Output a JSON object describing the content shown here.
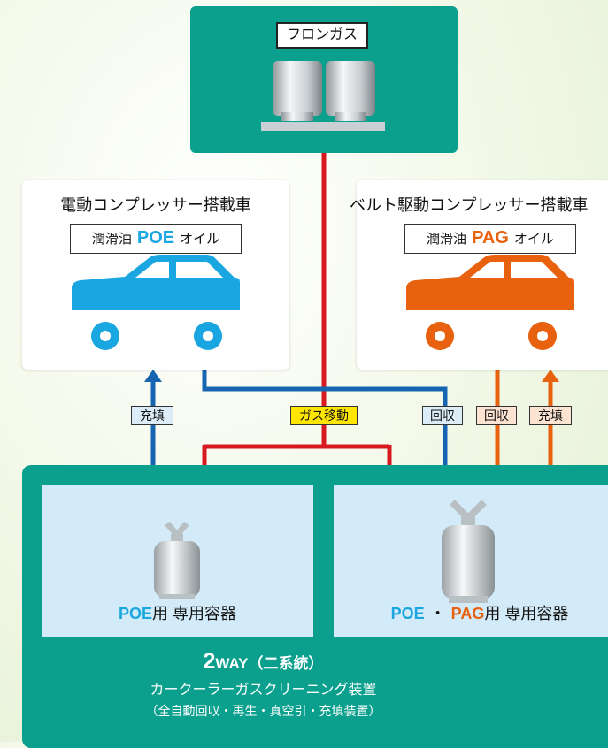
{
  "gas_unit": {
    "label": "フロンガス"
  },
  "car_left": {
    "title": "電動コンプレッサー搭載車",
    "oil_prefix": "潤滑油",
    "oil_name": "POE",
    "oil_suffix": "オイル",
    "color": "#1aa6e0"
  },
  "car_right": {
    "title": "ベルト駆動コンプレッサー搭載車",
    "oil_prefix": "潤滑油",
    "oil_name": "PAG",
    "oil_suffix": "オイル",
    "color": "#e8610e"
  },
  "pipe_labels": {
    "fill_left": "充填",
    "gas_transfer": "ガス移動",
    "recover_blue": "回収",
    "recover_orange": "回収",
    "fill_right": "充填"
  },
  "colors": {
    "blue_pipe": "#1565b0",
    "red_pipe": "#d71920",
    "orange_pipe": "#e8610e",
    "machine": "#0aa08d",
    "gas_label_bg": "#ffe600"
  },
  "panels": {
    "left": {
      "oil": "POE",
      "suffix": "用 専用容器"
    },
    "right": {
      "oil1": "POE",
      "sep": "・",
      "oil2": "PAG",
      "suffix": "用 専用容器"
    }
  },
  "machine": {
    "title_big": "2",
    "title_rest": "WAY（二系統）",
    "subtitle": "カークーラーガスクリーニング装置",
    "note": "（全自動回収・再生・真空引・充填装置）"
  }
}
